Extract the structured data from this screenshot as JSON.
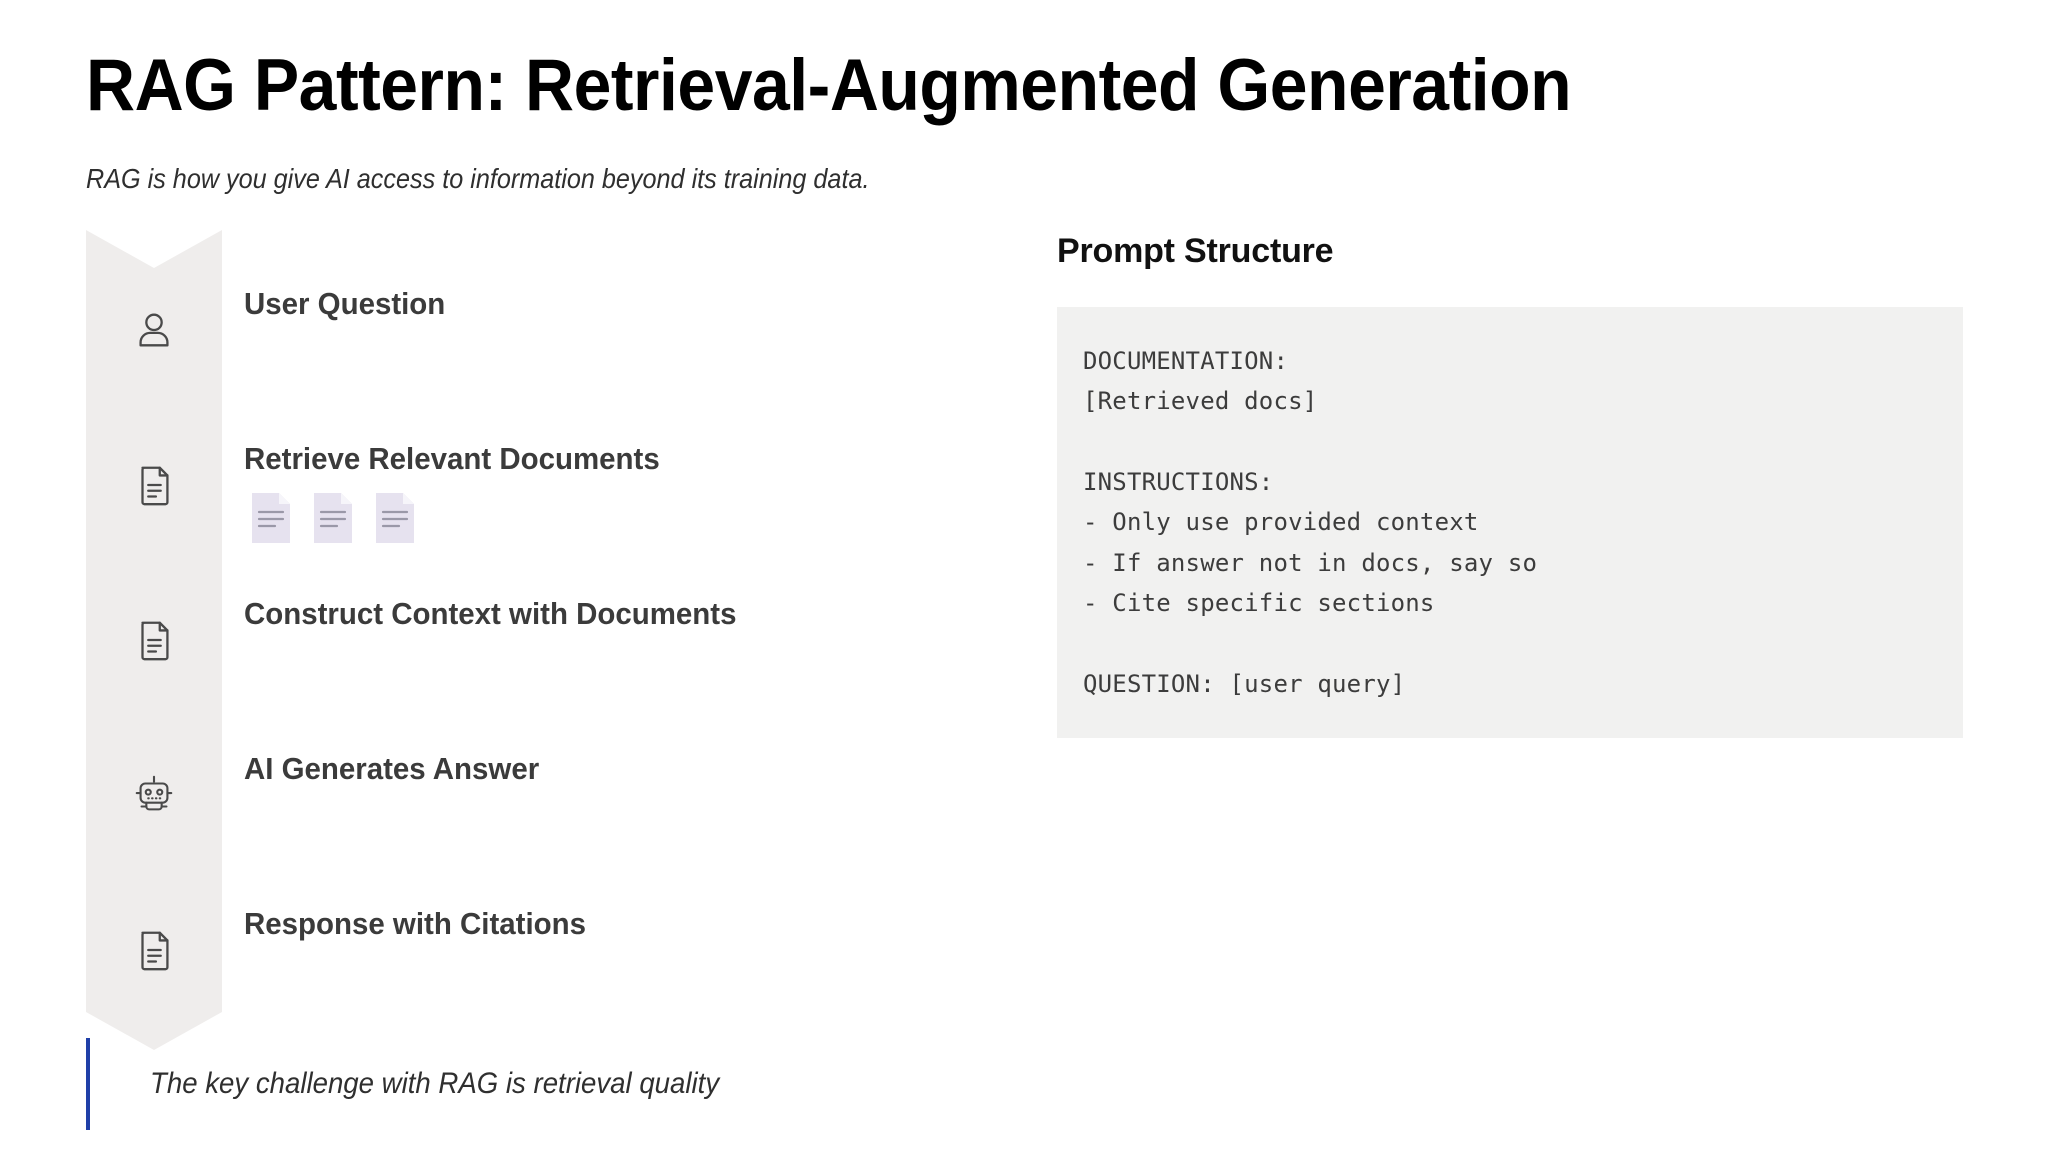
{
  "header": {
    "title": "RAG Pattern: Retrieval-Augmented Generation",
    "subtitle": "RAG is how you give AI access to information beyond its training data."
  },
  "flow": {
    "steps": [
      {
        "label": "User Question",
        "icon": "user-icon"
      },
      {
        "label": "Retrieve Relevant Documents",
        "icon": "document-icon",
        "documents": [
          "document-card",
          "document-card",
          "document-card"
        ]
      },
      {
        "label": "Construct Context with Documents",
        "icon": "document-icon"
      },
      {
        "label": "AI Generates Answer",
        "icon": "robot-icon"
      },
      {
        "label": "Response with Citations",
        "icon": "document-icon"
      }
    ]
  },
  "callout": {
    "text": "The key challenge with RAG is retrieval quality",
    "accent_color": "#1f3fa8"
  },
  "prompt": {
    "heading": "Prompt Structure",
    "code": "DOCUMENTATION:\n[Retrieved docs]\n\nINSTRUCTIONS:\n- Only use provided context\n- If answer not in docs, say so\n- Cite specific sections\n\nQUESTION: [user query]",
    "background_color": "#f1f1f0"
  },
  "colors": {
    "chevron": "#efedec",
    "label": "#3b3b3b",
    "title": "#000000",
    "doc_card": "#e6e2ef"
  }
}
